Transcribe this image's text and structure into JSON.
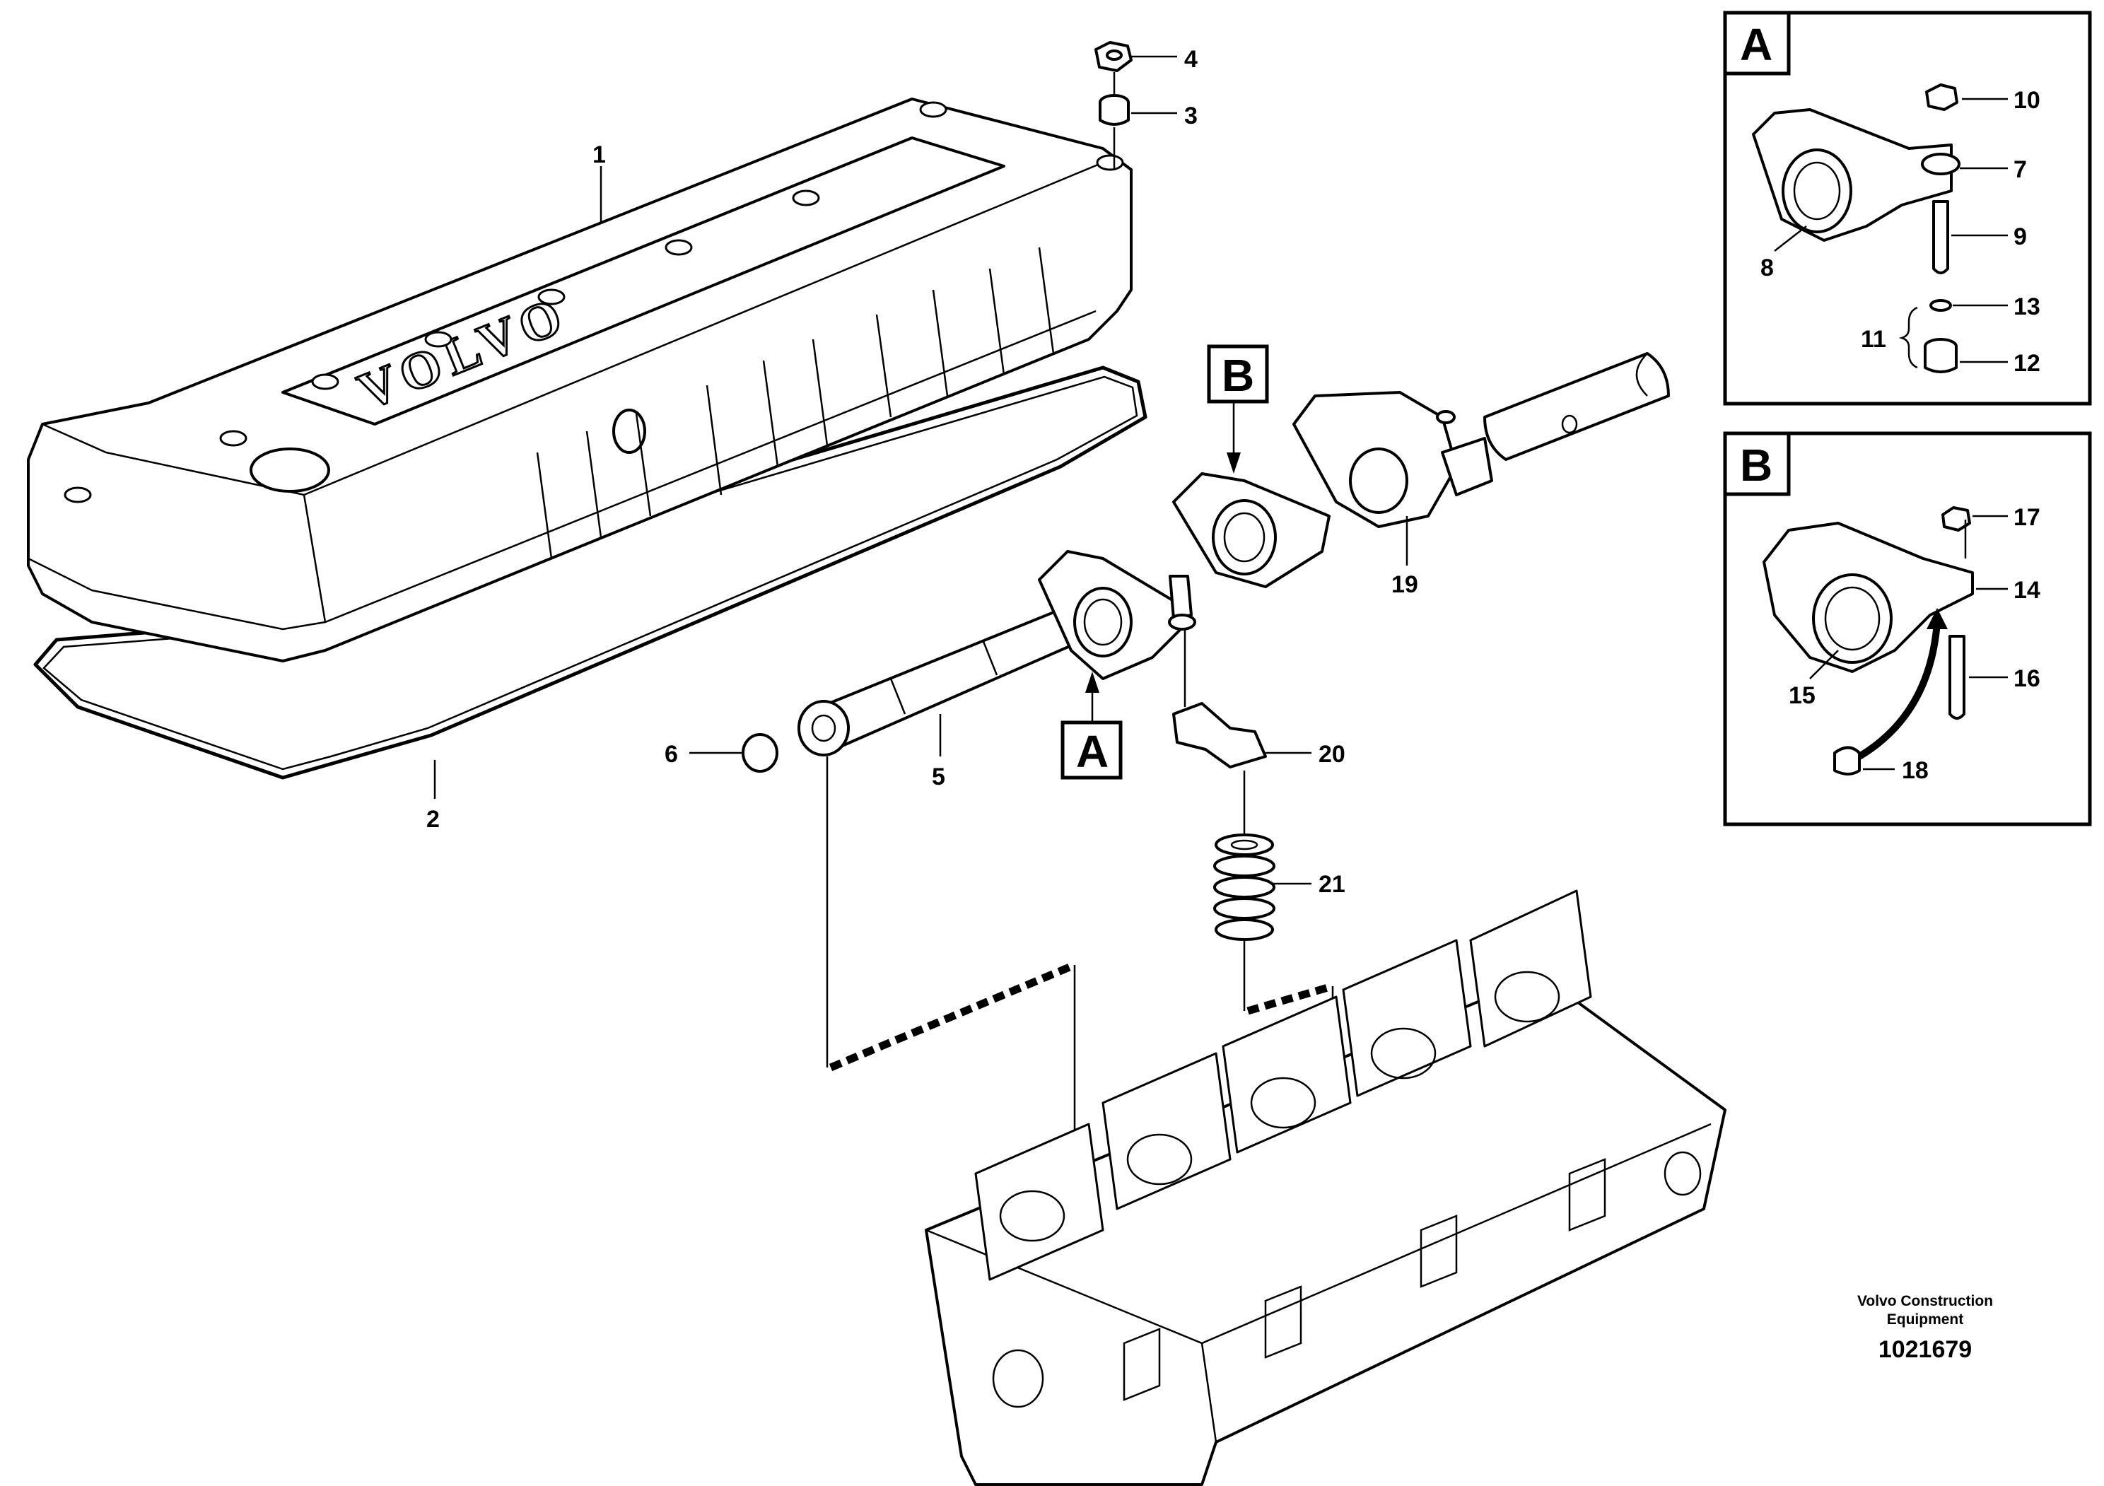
{
  "callouts": {
    "c1": "1",
    "c2": "2",
    "c3": "3",
    "c4": "4",
    "c5": "5",
    "c6": "6",
    "c7": "7",
    "c8": "8",
    "c9": "9",
    "c10": "10",
    "c11": "11",
    "c12": "12",
    "c13": "13",
    "c14": "14",
    "c15": "15",
    "c16": "16",
    "c17": "17",
    "c18": "18",
    "c19": "19",
    "c20": "20",
    "c21": "21"
  },
  "view_markers": {
    "a": "A",
    "b": "B"
  },
  "cover_logo_text": "VOLVO",
  "footer": {
    "brand_line1": "Volvo Construction",
    "brand_line2": "Equipment",
    "doc_number": "1021679"
  }
}
